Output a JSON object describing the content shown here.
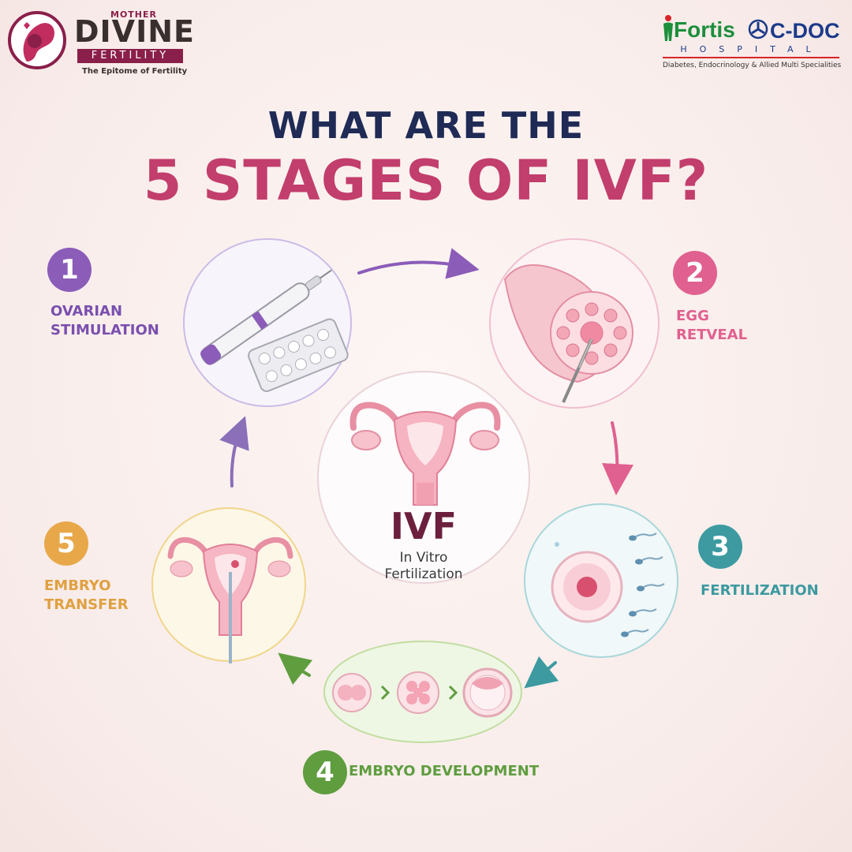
{
  "logos": {
    "left": {
      "mother": "MOTHER",
      "divine": "DIVINE",
      "fertility": "FERTILITY",
      "tagline": "The Epitome of Fertility"
    },
    "right": {
      "fortis": "Fortis",
      "cdoc": "C-DOC",
      "hospital": "HOSPITAL",
      "specialities": "Diabetes, Endocrinology & Allied Multi Specialities"
    }
  },
  "heading": {
    "line1": "WHAT ARE THE",
    "line2": "5 STAGES OF IVF?"
  },
  "center": {
    "title": "IVF",
    "subtitle_line1": "In Vitro",
    "subtitle_line2": "Fertilization"
  },
  "stages": [
    {
      "number": "1",
      "line1": "OVARIAN",
      "line2": "STIMULATION",
      "color": "#8b5cb8"
    },
    {
      "number": "2",
      "line1": "EGG",
      "line2": "RETVEAL",
      "color": "#e0608f"
    },
    {
      "number": "3",
      "line1": "FERTILIZATION",
      "line2": "",
      "color": "#3c9aa0"
    },
    {
      "number": "4",
      "line1": "EMBRYO DEVELOPMENT",
      "line2": "",
      "color": "#5f9d3f"
    },
    {
      "number": "5",
      "line1": "EMBRYO",
      "line2": "TRANSFER",
      "color": "#e8a84a"
    }
  ]
}
